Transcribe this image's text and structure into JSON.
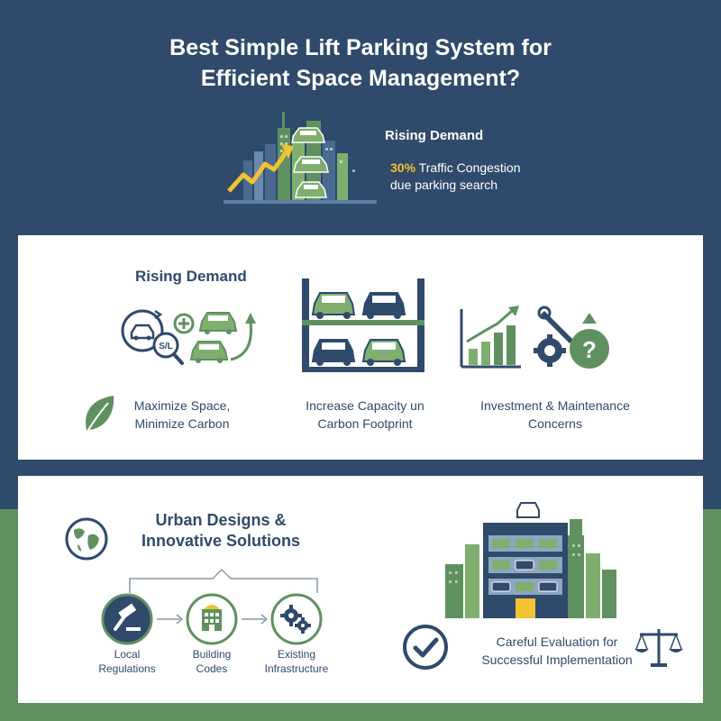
{
  "title": {
    "line1": "Best Simple Lift Parking System for",
    "line2": "Efficient Space Management?"
  },
  "hero": {
    "heading": "Rising Demand",
    "stat_percent": "30%",
    "stat_text1": "Traffic Congestion",
    "stat_text2": "due parking search",
    "illustration_icon": "city-skyline-cars-rising-arrow-icon"
  },
  "panel1": {
    "heading": "Rising Demand",
    "icon_badge_text": "S/L",
    "features": [
      {
        "label1": "Maximize Space,",
        "label2": "Minimize Carbon",
        "icon": "leaf-icon"
      },
      {
        "label1": "Increase Capacity un",
        "label2": "Carbon Footprint",
        "icon": "lift-rack-icon"
      },
      {
        "label1": "Investment & Maintenance",
        "label2": "Concerns",
        "icon": "cost-chart-icon"
      }
    ]
  },
  "panel2": {
    "heading_line1": "Urban Designs &",
    "heading_line2": "Innovative Solutions",
    "steps": [
      {
        "label1": "Local",
        "label2": "Regulations",
        "icon": "gavel-icon"
      },
      {
        "label1": "Building",
        "label2": "Codes",
        "icon": "building-icon"
      },
      {
        "label1": "Existing",
        "label2": "Infrastructure",
        "icon": "gears-icon"
      }
    ],
    "evaluation_line1": "Careful Evaluation for",
    "evaluation_line2": "Successful Implementation"
  },
  "colors": {
    "navy": "#2f4a6b",
    "green": "#5f9160",
    "light_green": "#7fae6f",
    "gold": "#f2c230",
    "white": "#ffffff"
  }
}
